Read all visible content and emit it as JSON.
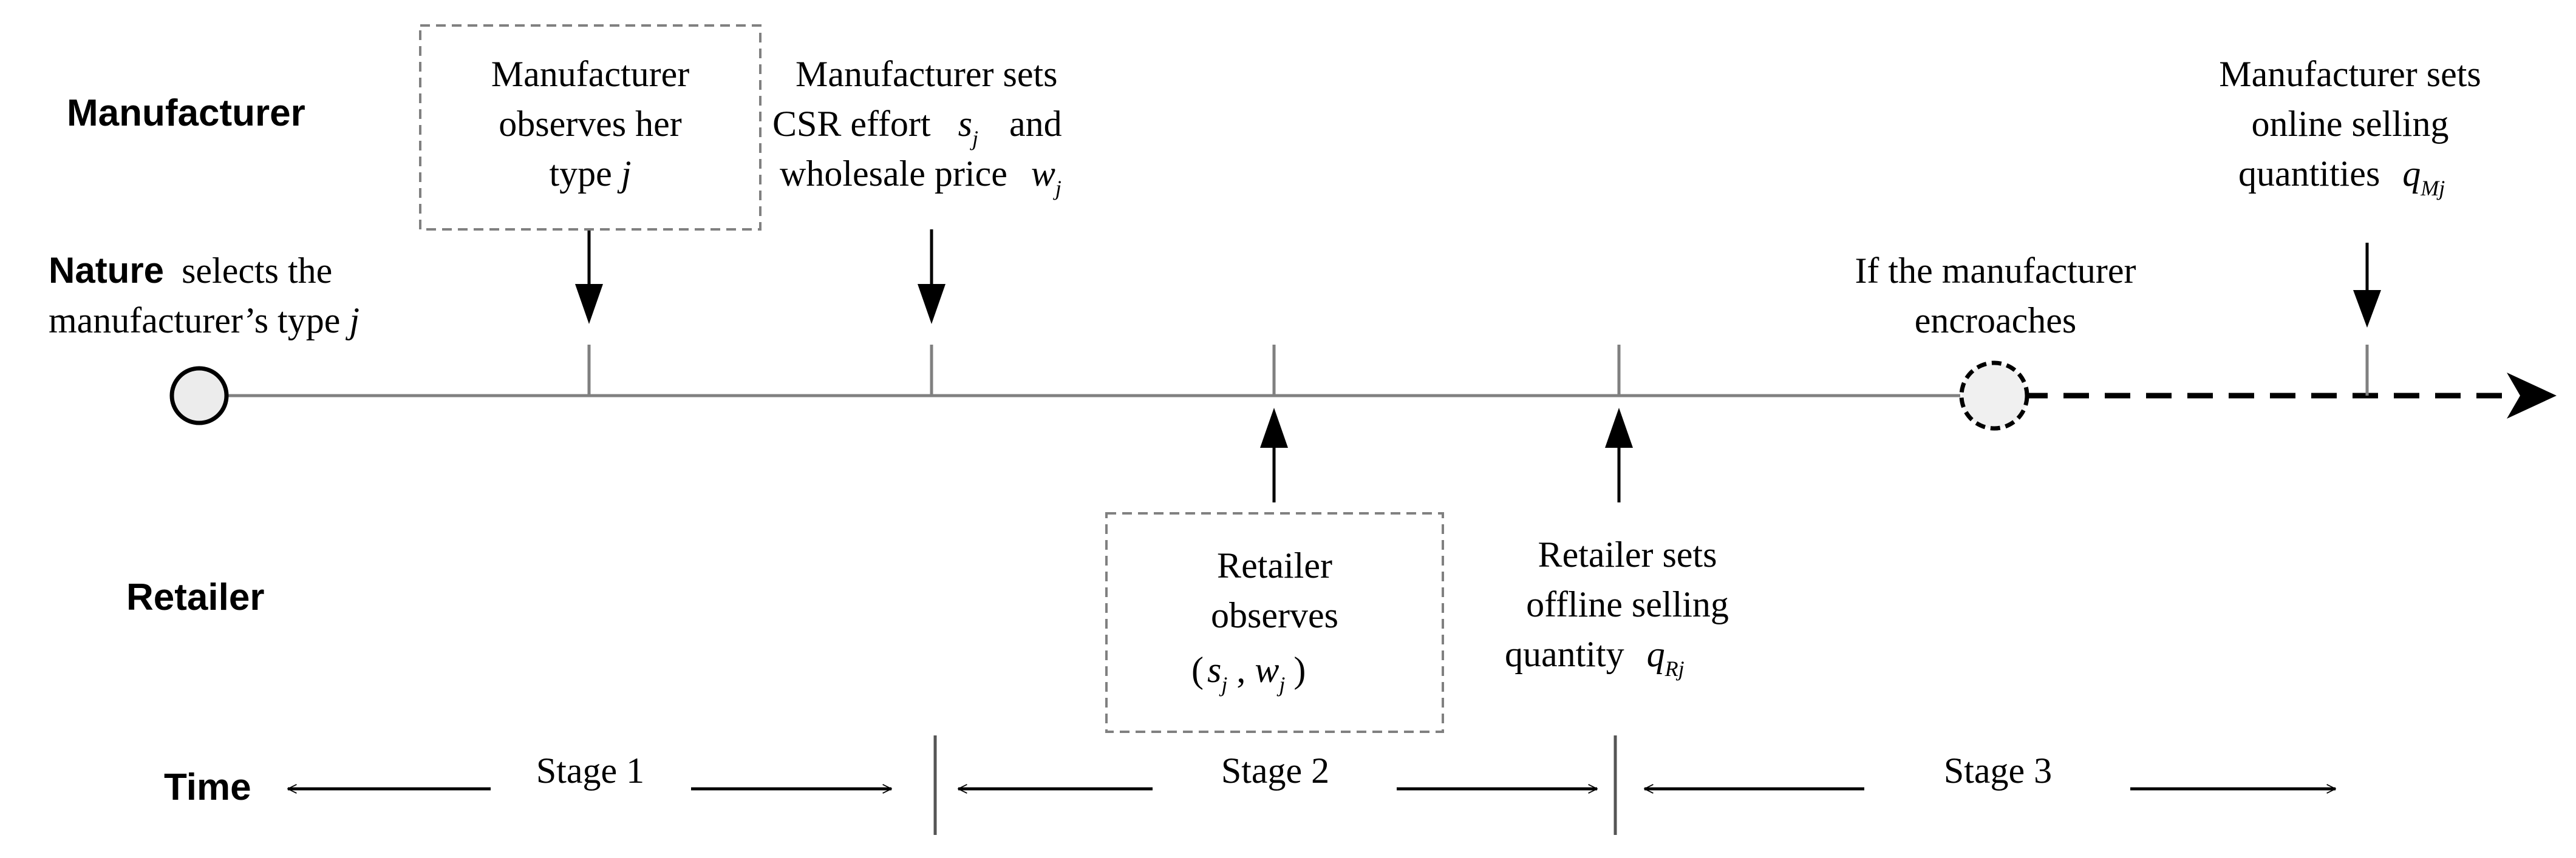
{
  "rows": {
    "manufacturer": "Manufacturer",
    "retailer": "Retailer",
    "time": "Time"
  },
  "nature": {
    "label": "Nature",
    "line1_rest": "selects the",
    "line2": "manufacturer’s type ",
    "line2_var": "j"
  },
  "manufacturer_observes": {
    "line1": "Manufacturer",
    "line2": "observes her",
    "line3": "type ",
    "line3_var": "j"
  },
  "manufacturer_sets_csr": {
    "line1": "Manufacturer sets",
    "line2": "CSR effort",
    "s_var": "s",
    "s_sub": "j",
    "and": "and",
    "line3": "wholesale price",
    "w_var": "w",
    "w_sub": "j"
  },
  "encroach": {
    "line1": "If the manufacturer",
    "line2": "encroaches"
  },
  "manufacturer_sets_online": {
    "line1": "Manufacturer sets",
    "line2": "online selling",
    "line3": "quantities",
    "q_var": "q",
    "q_sub": "Mj"
  },
  "retailer_observes": {
    "line1": "Retailer",
    "line2": "observes",
    "tuple_open": "(",
    "s_var": "s",
    "s_sub": "j",
    "comma": " , ",
    "w_var": "w",
    "w_sub": "j",
    "tuple_close": ")"
  },
  "retailer_sets_offline": {
    "line1": "Retailer sets",
    "line2": "offline selling",
    "line3": "quantity",
    "q_var": "q",
    "q_sub": "Rj"
  },
  "stages": [
    "Stage 1",
    "Stage 2",
    "Stage 3"
  ],
  "colors": {
    "timeline": "#808080",
    "arrow": "#000000",
    "circle_fill": "#ececec",
    "dashed_box": "#808080"
  }
}
